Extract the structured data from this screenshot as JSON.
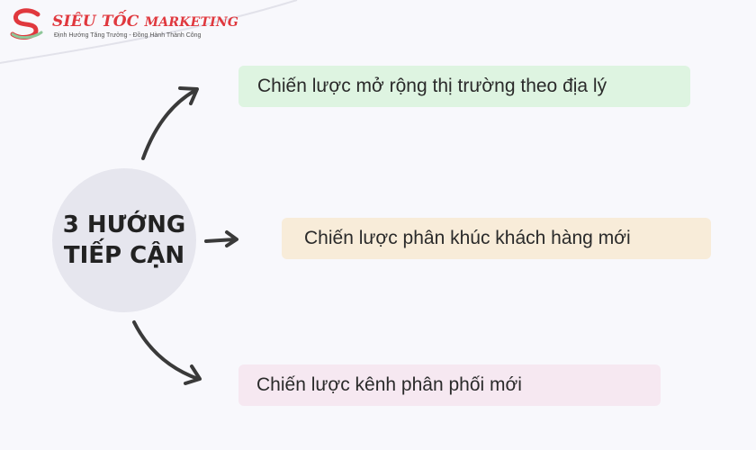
{
  "logo": {
    "brand_main": "SIÊU TỐC",
    "brand_sub": "MARKETING",
    "tagline": "Định Hướng Tăng Trưởng - Đồng Hành Thành Công"
  },
  "hub": {
    "line1": "3 HƯỚNG",
    "line2": "TIẾP CẬN"
  },
  "branches": [
    {
      "label": "Chiến lược mở rộng thị trường theo địa lý",
      "color": "#def4e1"
    },
    {
      "label": "Chiến lược phân khúc khách hàng mới",
      "color": "#f8ecd9"
    },
    {
      "label": "Chiến lược kênh phân phối mới",
      "color": "#f6e8f1"
    }
  ],
  "colors": {
    "background": "#f8f8fc",
    "hub": "#e6e6ee",
    "arrow": "#3a3a3a",
    "brand": "#e0383e"
  }
}
